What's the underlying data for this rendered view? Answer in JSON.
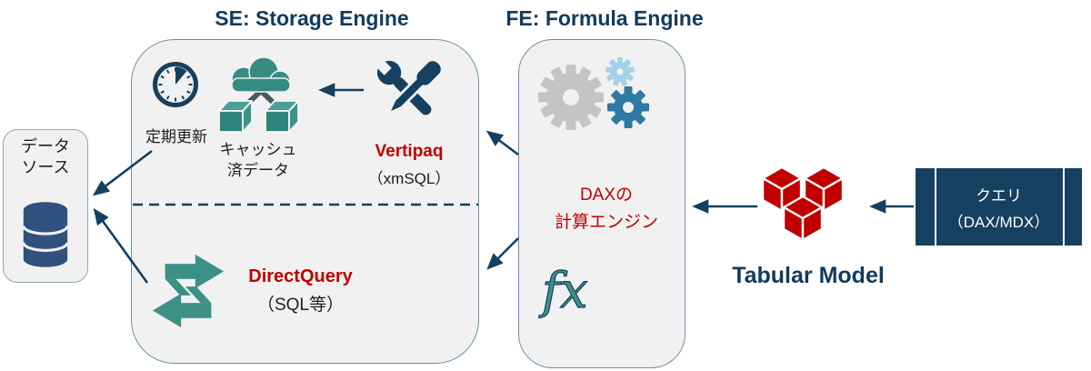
{
  "colors": {
    "navy": "#15405f",
    "title_navy": "#123b5e",
    "red": "#c00000",
    "teal": "#3b9186",
    "cloud_teal": "#368b82",
    "db_blue": "#30517d",
    "panel_bg": "#f1f1f1",
    "gear_gray": "#c4c4c4",
    "gear_light_blue": "#a6d1e6",
    "gear_steel_blue": "#2e7aa4"
  },
  "titles": {
    "storage_engine": "SE: Storage Engine",
    "formula_engine": "FE: Formula Engine"
  },
  "data_source": {
    "line1": "データ",
    "line2": "ソース"
  },
  "storage": {
    "refresh_label": "定期更新",
    "cache_line1": "キャッシュ",
    "cache_line2": "済データ",
    "vertipaq_title": "Vertipaq",
    "vertipaq_sub": "（xmSQL）",
    "directquery_title": "DirectQuery",
    "directquery_sub": "（SQL等）"
  },
  "formula": {
    "dax_line1": "DAXの",
    "dax_line2": "計算エンジン",
    "fx_symbol": "fx"
  },
  "tabular_model": {
    "label": "Tabular Model"
  },
  "query_box": {
    "line1": "クエリ",
    "line2": "（DAX/MDX）"
  }
}
